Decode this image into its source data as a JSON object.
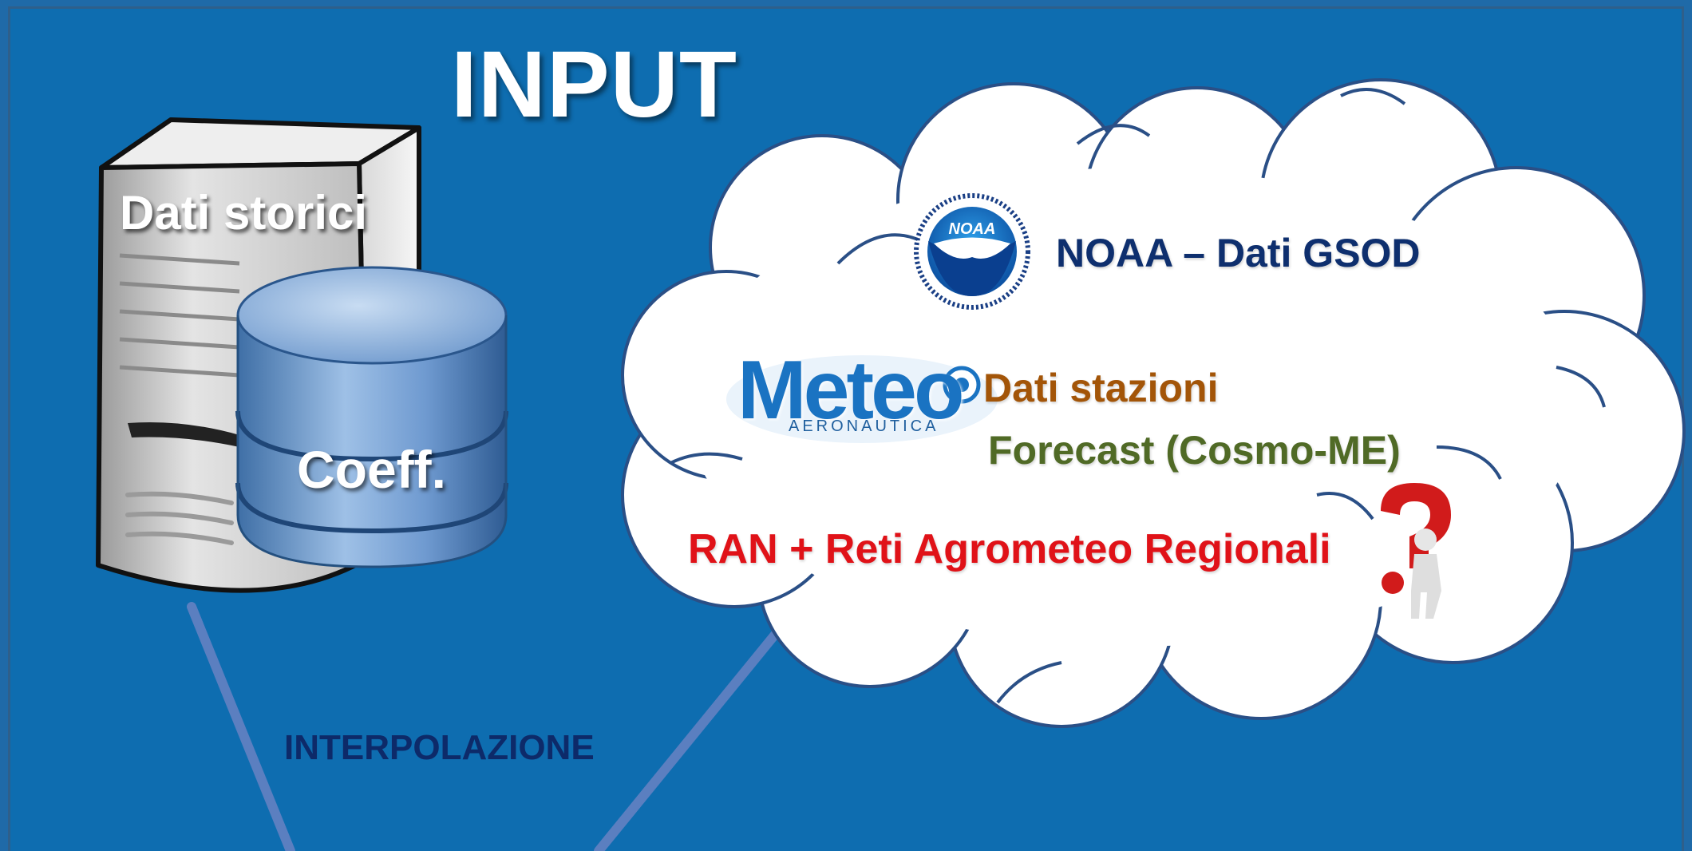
{
  "title": "INPUT",
  "server": {
    "label": "Dati storici"
  },
  "database": {
    "label": "Coeff."
  },
  "cloud": {
    "noaa": {
      "logo_text": "NOAA",
      "label": "NOAA – Dati GSOD",
      "color": "#0e2f6e"
    },
    "meteo_logo": {
      "word": "Meteo",
      "subtitle": "AERONAUTICA"
    },
    "stazioni": {
      "label": "Dati stazioni",
      "color": "#a35508"
    },
    "forecast": {
      "label": "Forecast (Cosmo-ME)",
      "color": "#506a26"
    },
    "ran": {
      "label": "RAN + Reti Agrometeo Regionali",
      "color": "#e01218"
    },
    "question_icon": "question-person-icon"
  },
  "connector": {
    "label": "INTERPOLAZIONE"
  },
  "colors": {
    "background": "#0e6db0",
    "line": "#5b7fc0"
  }
}
